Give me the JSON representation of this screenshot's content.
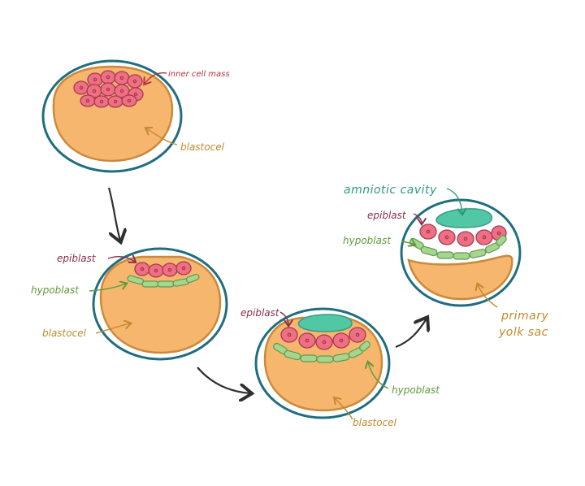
{
  "colors": {
    "membrane": "#1f6e80",
    "blastocoel": "#f6b66e",
    "blastocoel_edge": "#c98a3c",
    "icm": "#ef6f83",
    "icm_edge": "#a53a52",
    "hypoblast": "#a6d58e",
    "hypoblast_edge": "#5f9950",
    "amnion": "#52c7a6",
    "amnion_edge": "#3a9a80",
    "arrow": "#2f2f2f",
    "label_red": "#b2333b",
    "label_epi": "#8a2e45",
    "label_green": "#5f9a3a",
    "label_orange": "#c08a2e",
    "label_teal": "#2a9a7e"
  },
  "stage1": {
    "inner_cell_mass": "inner cell mass",
    "blastocoel": "blastocel"
  },
  "stage2": {
    "epiblast": "epiblast",
    "hypoblast": "hypoblast",
    "blastocoel": "blastocel"
  },
  "stage3": {
    "epiblast": "epiblast",
    "hypoblast": "hypoblast",
    "blastocoel": "blastocel"
  },
  "stage4": {
    "amniotic_cavity": "amniotic cavity",
    "epiblast": "epiblast",
    "hypoblast": "hypoblast",
    "yolk_sac_line1": "primary",
    "yolk_sac_line2": "yolk sac"
  }
}
